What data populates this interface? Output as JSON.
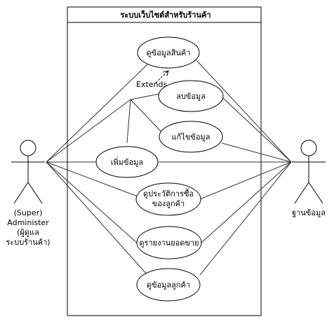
{
  "system": {
    "title": "ระบบเว็บไซต์สำหรับร้านค้า"
  },
  "actors": {
    "admin": {
      "lines": [
        "(Super)",
        "Administer",
        "(ผู้ดูแล",
        "ระบบร้านค้า)"
      ]
    },
    "database": {
      "label": "ฐานข้อมูล"
    }
  },
  "use_cases": {
    "view_products": "ดูข้อมูลสินค้า",
    "delete_data": "ลบข้อมูล",
    "edit_data": "แก้ไขข้อมูล",
    "add_data": "เพิ่มข้อมูล",
    "order_history": [
      "ดูประวัติการซื้อ",
      "ของลูกค้า"
    ],
    "sales_report": "ดูรายงานยอดขาย",
    "view_customers": "ดูข้อมูลลูกค้า"
  },
  "relations": {
    "extends_label": "Extends"
  }
}
